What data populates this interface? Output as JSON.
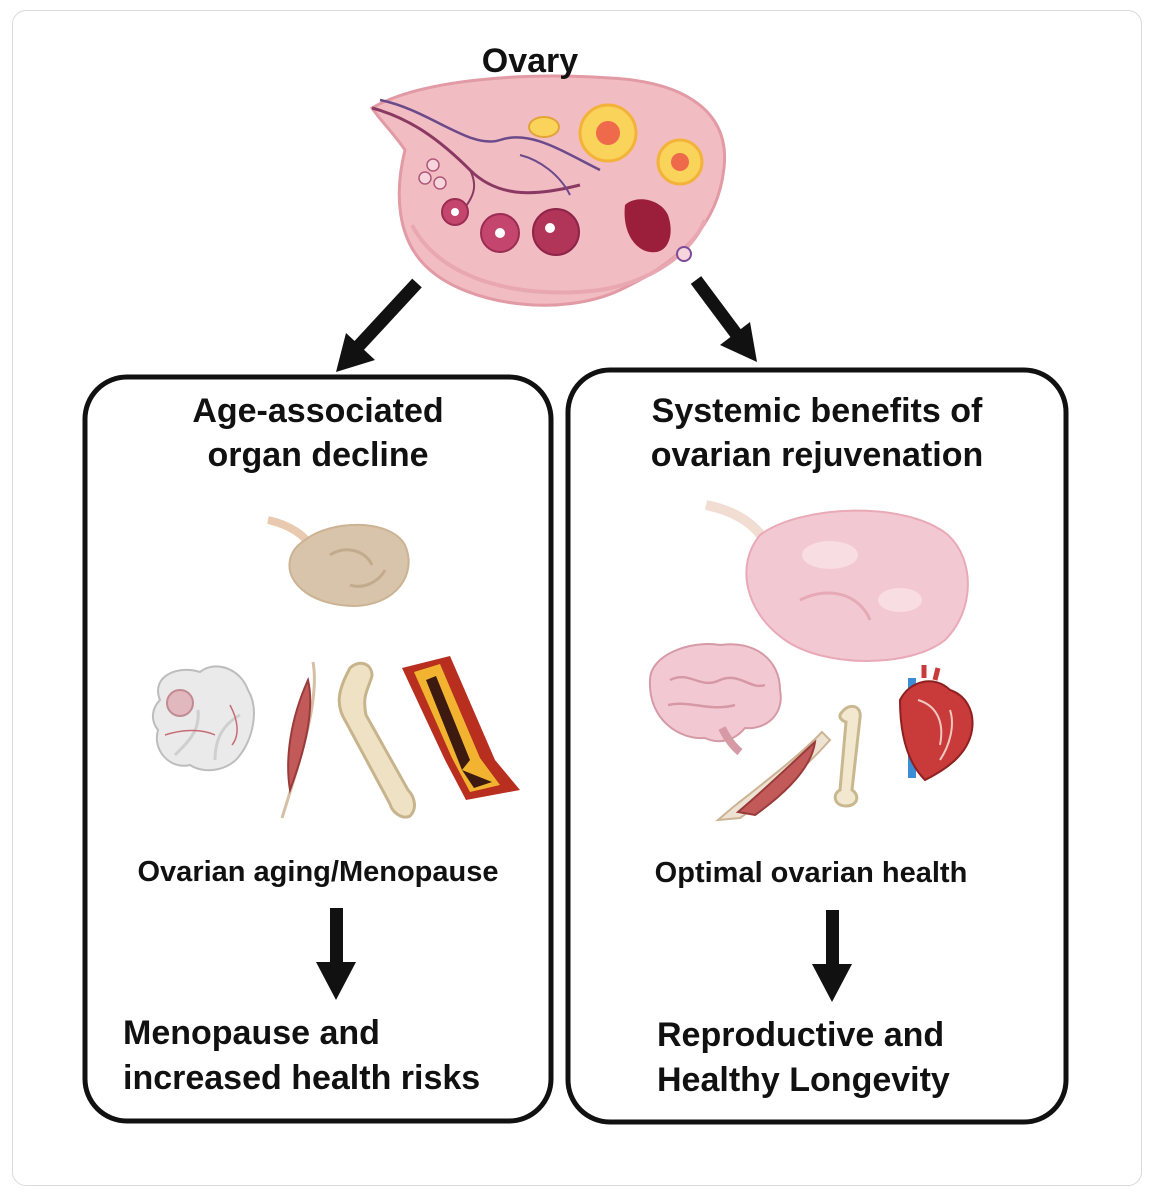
{
  "top": {
    "label": "Ovary"
  },
  "left_panel": {
    "title_line1": "Age-associated",
    "title_line2": "organ decline",
    "condition": "Ovarian aging/Menopause",
    "outcome_line1": "Menopause and",
    "outcome_line2": "increased health risks"
  },
  "right_panel": {
    "title_line1": "Systemic benefits of",
    "title_line2": "ovarian rejuvenation",
    "condition": "Optimal ovarian health",
    "outcome_line1": "Reproductive and",
    "outcome_line2": "Healthy Longevity"
  },
  "icons": {
    "top": "ovary-cross-section-icon",
    "left": [
      "aged-ovary-icon",
      "damaged-brain-icon",
      "atrophied-muscle-icon",
      "fragile-bone-icon",
      "clogged-artery-icon"
    ],
    "right": [
      "healthy-ovary-icon",
      "healthy-brain-icon",
      "healthy-muscle-icon",
      "healthy-bone-icon",
      "healthy-heart-icon"
    ]
  },
  "colors": {
    "ovary_pink": "#f0b8c0",
    "aged_ovary": "#d9c6ad",
    "border": "#111111"
  }
}
